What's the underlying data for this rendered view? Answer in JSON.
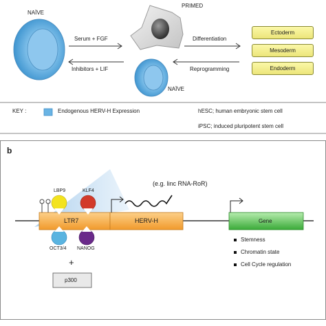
{
  "panel_a": {
    "naive_top": "NAÏVE",
    "primed": "PRIMED",
    "naive_bottom": "NAÏVE",
    "serum_fgf": "Serum + FGF",
    "inhibitors_lif": "Inhibitors + LIF",
    "differentiation": "Differentiation",
    "reprogramming": "Reprogramming",
    "germ_layers": [
      "Ectoderm",
      "Mesoderm",
      "Endoderm"
    ]
  },
  "key": {
    "label": "KEY :",
    "swatch_text": "Endogenous HERV-H Expression",
    "hesc": "hESC; human embryonic stem cell",
    "ipsc": "iPSC; induced pluripotent stem cell"
  },
  "panel_b": {
    "label": "b",
    "lbp9": "LBP9",
    "klf4": "KLF4",
    "oct": "OCT3/4",
    "nanog": "NANOG",
    "ltr7": "LTR7",
    "hervh": "HERV-H",
    "lincrna": "(e.g. linc RNA-RoR)",
    "gene": "Gene",
    "plus": "+",
    "p300": "p300",
    "bullets": [
      "Stemness",
      "Chromatin state",
      "Cell Cycle regulation"
    ]
  },
  "colors": {
    "cell_blue": "#5aa9dc",
    "lbp9_yellow": "#f2e21a",
    "klf4_red": "#d23a2a",
    "oct_blue": "#5ab4e0",
    "nanog_purple": "#6a2a8a",
    "ltr_orange": "#f5a43a",
    "gene_green": "#4cc04a",
    "germ_yellow": "#f7f29a"
  }
}
